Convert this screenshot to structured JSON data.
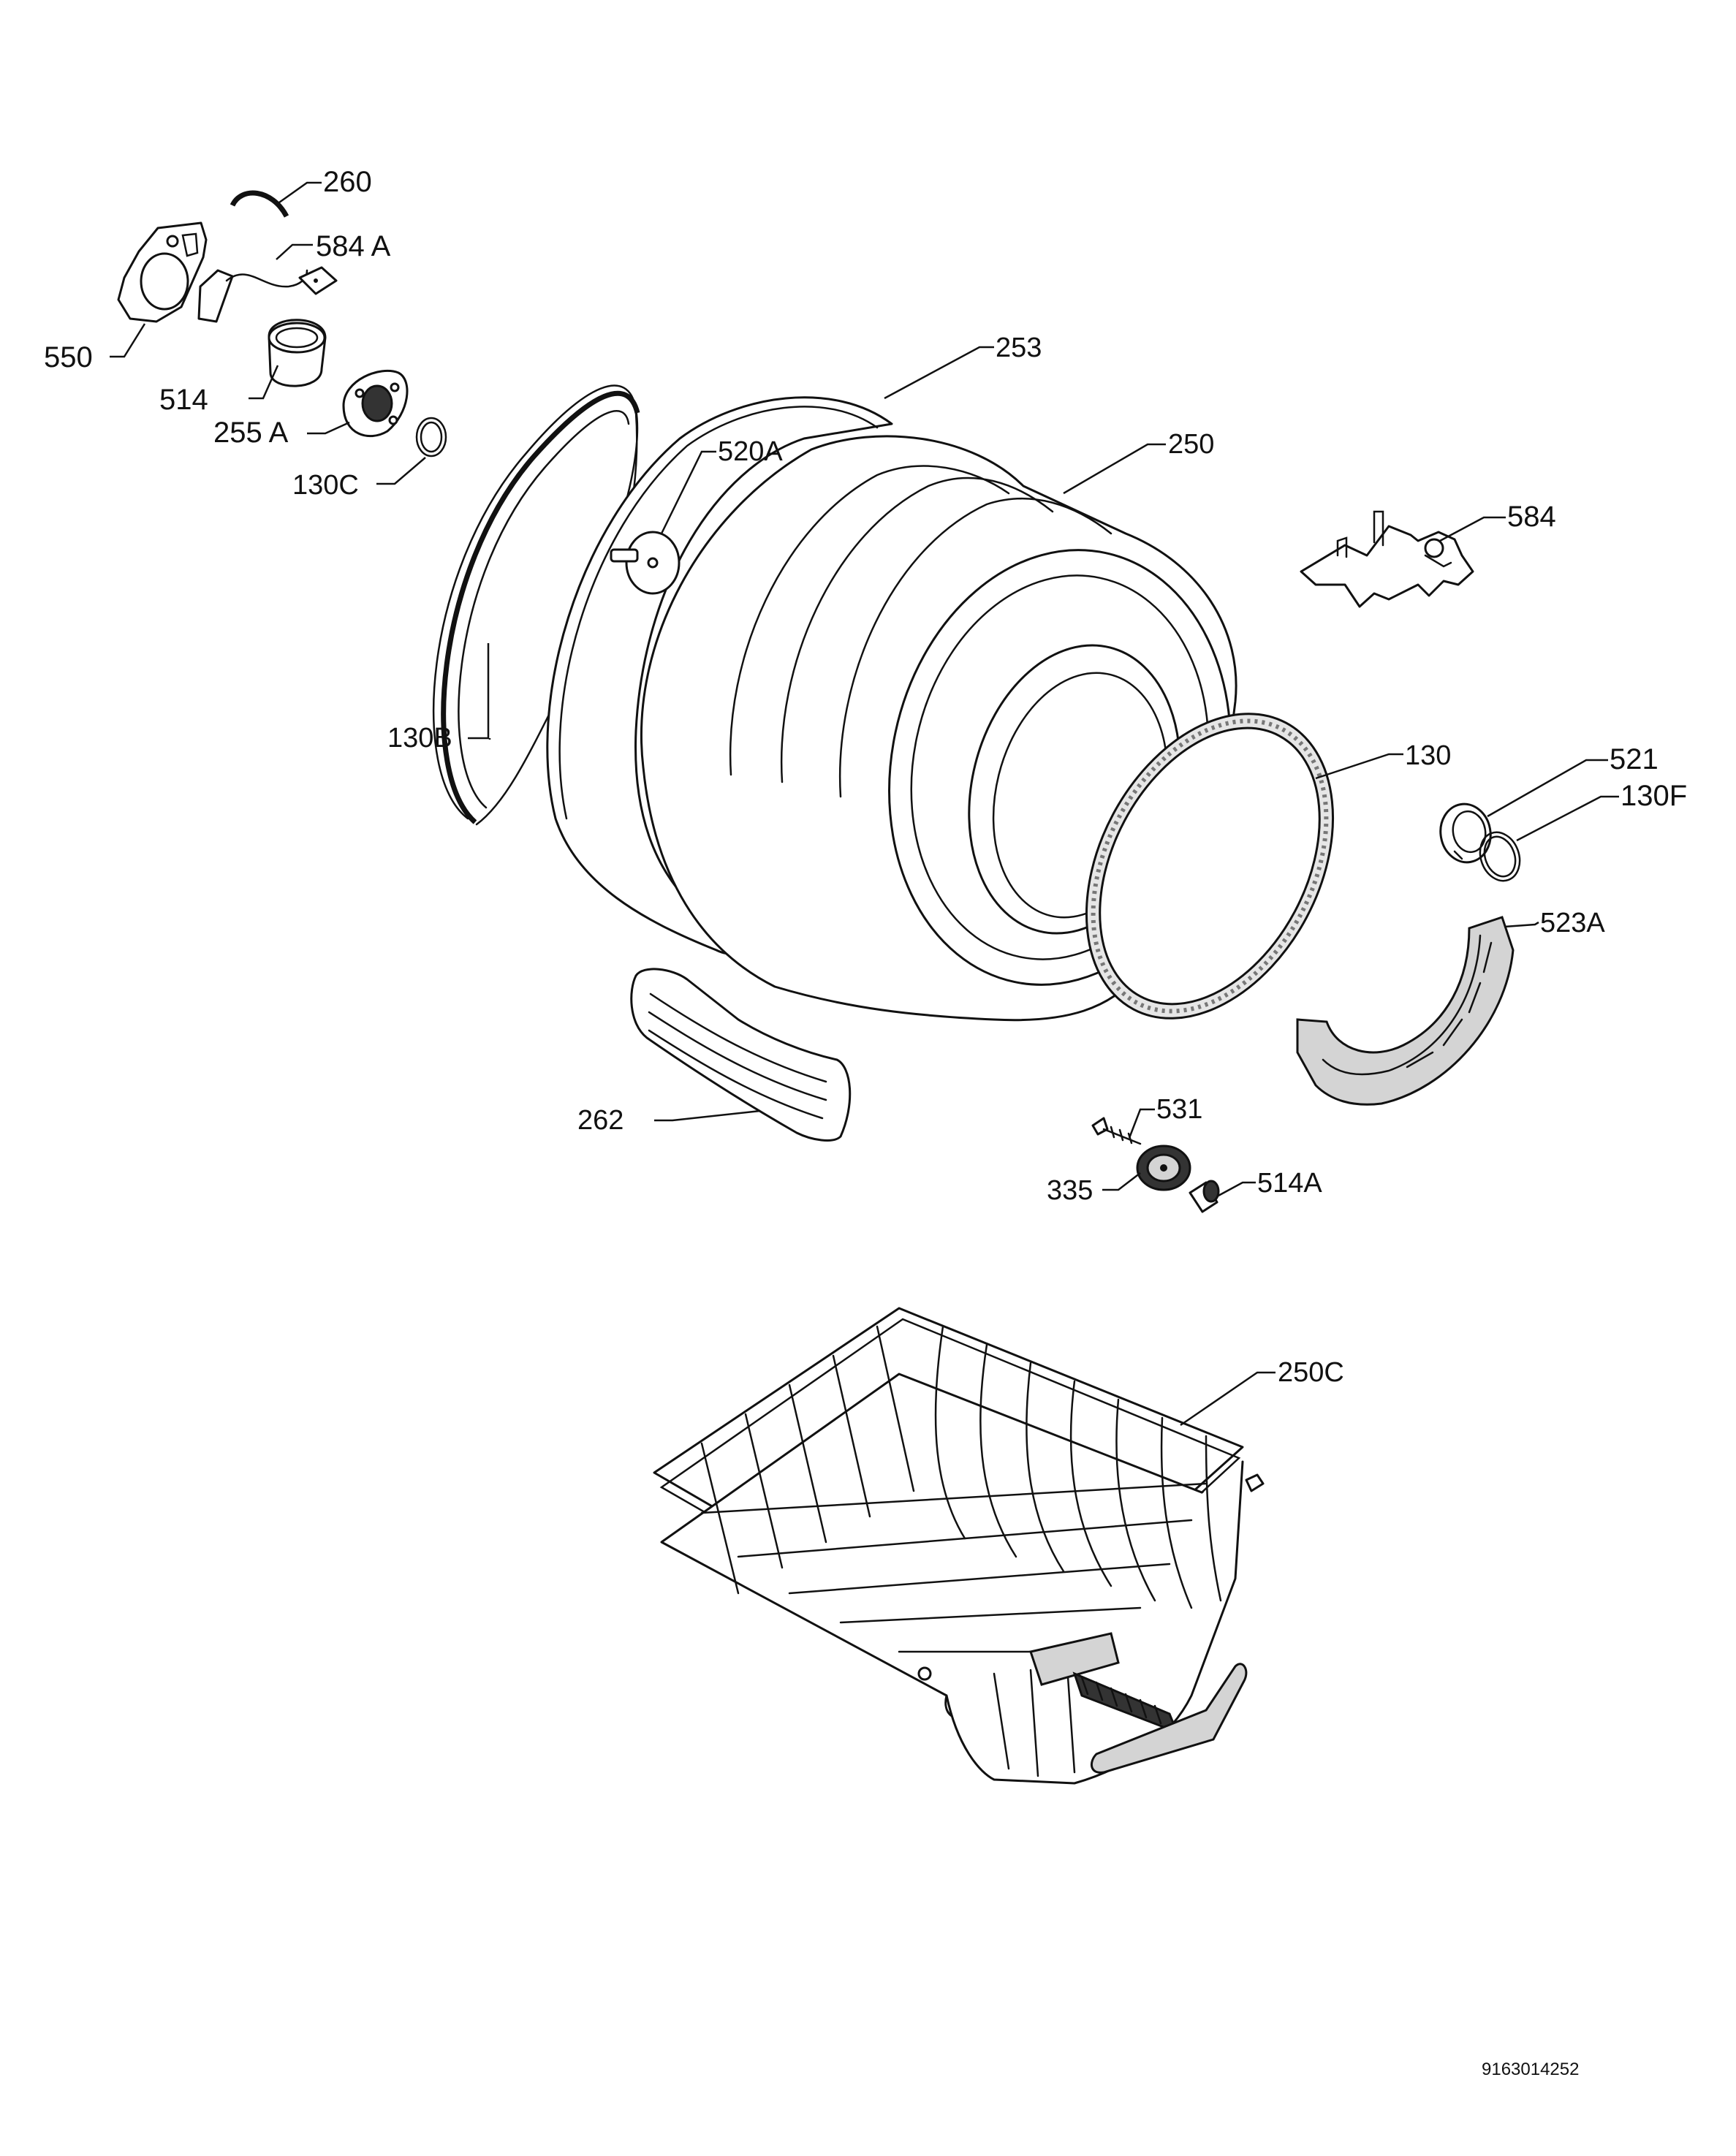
{
  "labels": {
    "p260": "260",
    "p584a": "584 A",
    "p550": "550",
    "p514": "514",
    "p255a": "255 A",
    "p130c": "130C",
    "p253": "253",
    "p520a": "520A",
    "p250": "250",
    "p584": "584",
    "p130b": "130B",
    "p130": "130",
    "p521": "521",
    "p130f": "130F",
    "p523a": "523A",
    "p262": "262",
    "p531": "531",
    "p335": "335",
    "p514a": "514A",
    "p250c": "250C"
  },
  "document_number": "9163014252"
}
